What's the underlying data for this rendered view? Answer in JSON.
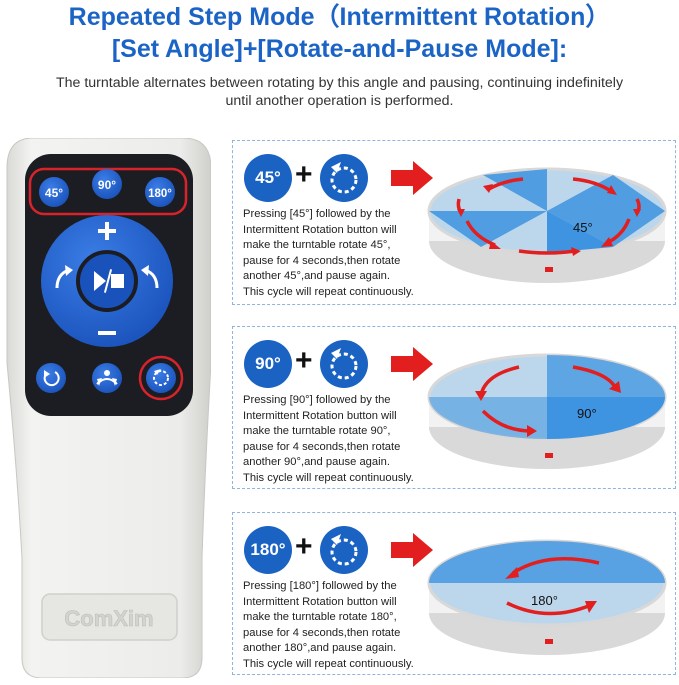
{
  "header": {
    "title_line1": "Repeated Step Mode（Intermittent Rotation）",
    "title_line2": "[Set Angle]+[Rotate-and-Pause Mode]:",
    "subtitle_line1": "The turntable alternates between rotating by this angle and pausing, continuing indefinitely",
    "subtitle_line2": "until another operation is performed."
  },
  "remote": {
    "btn_45": "45°",
    "btn_90": "90°",
    "btn_180": "180°",
    "brand": "ComXim",
    "colors": {
      "body": "#e9e9e6",
      "panel": "#1c1d23",
      "button": "#1e5ccc",
      "highlight": "#d9232a"
    }
  },
  "panels": [
    {
      "angle": "45°",
      "table_label": "45°",
      "lines": [
        "Pressing [45°] followed by the",
        "Intermittent Rotation button will",
        "make the turntable rotate 45°,",
        "pause for 4 seconds,then rotate",
        "another 45°,and pause again.",
        "This cycle will repeat continuously."
      ]
    },
    {
      "angle": "90°",
      "table_label": "90°",
      "lines": [
        "Pressing [90°] followed by the",
        "Intermittent Rotation button will",
        "make the turntable rotate 90°,",
        "pause for 4 seconds,then rotate",
        "another 90°,and pause again.",
        "This cycle will repeat continuously."
      ]
    },
    {
      "angle": "180°",
      "table_label": "180°",
      "lines": [
        "Pressing [180°] followed by the",
        "Intermittent Rotation button will",
        "make the turntable rotate 180°,",
        "pause for 4 seconds,then rotate",
        "another 180°,and pause again.",
        "This cycle will repeat continuously."
      ]
    }
  ]
}
